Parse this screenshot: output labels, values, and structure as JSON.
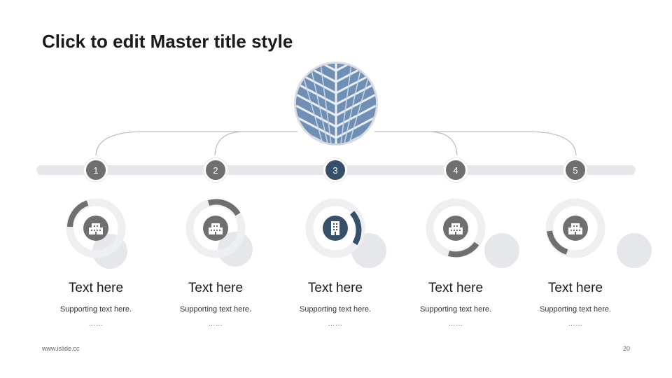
{
  "slide": {
    "title": "Click to edit Master title style",
    "footer_url": "www.islide.cc",
    "page_number": "20",
    "hero_image": "building-glass-facade-photo",
    "colors": {
      "accent_active": "#37506a",
      "accent_default": "#6f6f6f",
      "track": "#e6e7ea",
      "ring_light": "#eeeff1",
      "ring_mid": "#e2e3e6"
    },
    "steps": [
      {
        "number": "1",
        "title": "Text here",
        "subtitle": "Supporting text here.",
        "dots": "……",
        "icon": "building-icon",
        "active": false
      },
      {
        "number": "2",
        "title": "Text here",
        "subtitle": "Supporting text here.",
        "dots": "……",
        "icon": "building-icon",
        "active": false
      },
      {
        "number": "3",
        "title": "Text here",
        "subtitle": "Supporting text here.",
        "dots": "……",
        "icon": "building-icon",
        "active": true
      },
      {
        "number": "4",
        "title": "Text here",
        "subtitle": "Supporting text here.",
        "dots": "……",
        "icon": "building-icon",
        "active": false
      },
      {
        "number": "5",
        "title": "Text here",
        "subtitle": "Supporting text here.",
        "dots": "……",
        "icon": "building-icon",
        "active": false
      }
    ]
  }
}
